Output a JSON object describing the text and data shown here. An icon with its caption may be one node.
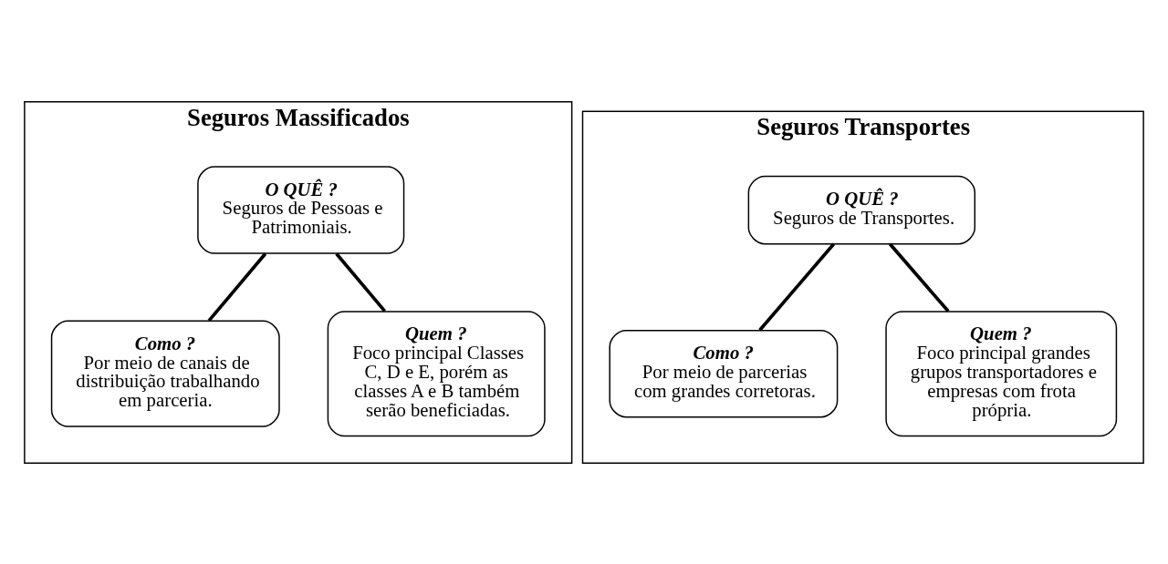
{
  "diagram": {
    "nodes": [
      {
        "text": [
          "Seguros Massificados"
        ]
      },
      {
        "text": [
          "O QUÊ ?",
          "Seguros de Pessoas e Patrimoniais."
        ],
        "in": 0
      },
      {
        "text": [
          "Como ?",
          "Por meio de canais de distribuição trabalhando em parceria."
        ],
        "in": 0
      },
      {
        "text": [
          "Quem ?",
          "Foco principal Classes C, D e E, porém as classes A e B também serão beneficiadas."
        ],
        "in": 0
      },
      {
        "text": [
          "Seguros Transportes"
        ]
      },
      {
        "text": [
          "O QUÊ ?",
          "Seguros de Transportes."
        ],
        "in": 4
      },
      {
        "text": [
          "Como ?",
          "Por meio de parcerias com grandes corretoras."
        ],
        "in": 4
      },
      {
        "text": [
          "Quem ?",
          "Foco principal grandes grupos transportadores e empresas com frota própria."
        ],
        "in": 4
      }
    ],
    "edges": [
      {
        "from": 1,
        "to": 2,
        "arrow": "none"
      },
      {
        "from": 1,
        "to": 3,
        "arrow": "none"
      },
      {
        "from": 5,
        "to": 6,
        "arrow": "none"
      },
      {
        "from": 5,
        "to": 7,
        "arrow": "none"
      }
    ]
  }
}
